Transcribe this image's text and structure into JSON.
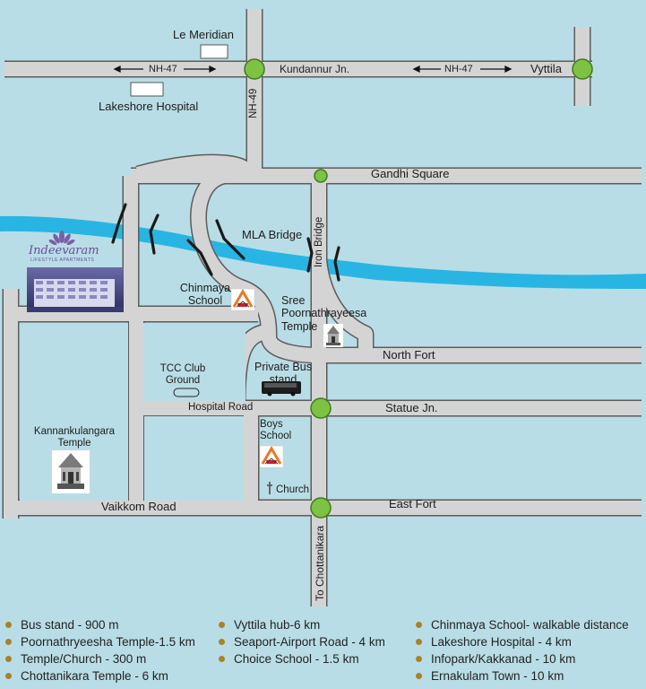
{
  "map": {
    "labels": {
      "le_meridian": "Le Meridian",
      "lakeshore": "Lakeshore Hospital",
      "nh47_left": "NH-47",
      "nh47_right": "NH-47",
      "kundannur": "Kundannur Jn.",
      "vyttila": "Vyttila",
      "nh49": "NH-49",
      "gandhi_square": "Gandhi Square",
      "mla_bridge": "MLA Bridge",
      "iron_bridge": "Iron Bridge",
      "chinmaya": "Chinmaya School",
      "poornathrayeesa": "Sree Poornathrayeesa Temple",
      "north_fort": "North Fort",
      "private_bus": "Private Bus stand",
      "tcc": "TCC Club Ground",
      "hospital_road": "Hospital Road",
      "statue_jn": "Statue Jn.",
      "boys_school": "Boys School",
      "kannankulangara": "Kannankulangara Temple",
      "church": "Church",
      "vaikkom_road": "Vaikkom Road",
      "east_fort": "East Fort",
      "chottanikara": "To Chottanikara"
    },
    "brand": {
      "name": "Indeevaram",
      "tagline": "LIFESTYLE APARTMENTS"
    },
    "colors": {
      "sea": "#b9dde6",
      "road": "#d4d4d4",
      "road_edge": "#5c5c5c",
      "river": "#29b5e3",
      "junction": "#7dc242",
      "bridge": "#1a1a1a"
    },
    "icons": [
      "school-icon",
      "temple-icon",
      "bus-icon",
      "church-icon",
      "lotus-logo-icon"
    ]
  },
  "legend": {
    "col1": [
      "Bus stand - 900 m",
      "Poornathryeesha Temple-1.5 km",
      "Temple/Church - 300 m",
      "Chottanikara Temple - 6 km"
    ],
    "col2": [
      "Vyttila hub-6 km",
      "Seaport-Airport Road - 4 km",
      "Choice School - 1.5 km"
    ],
    "col3": [
      "Chinmaya School- walkable distance",
      "Lakeshore Hospital - 4 km",
      "Infopark/Kakkanad - 10 km",
      "Ernakulam Town - 10 km"
    ]
  }
}
